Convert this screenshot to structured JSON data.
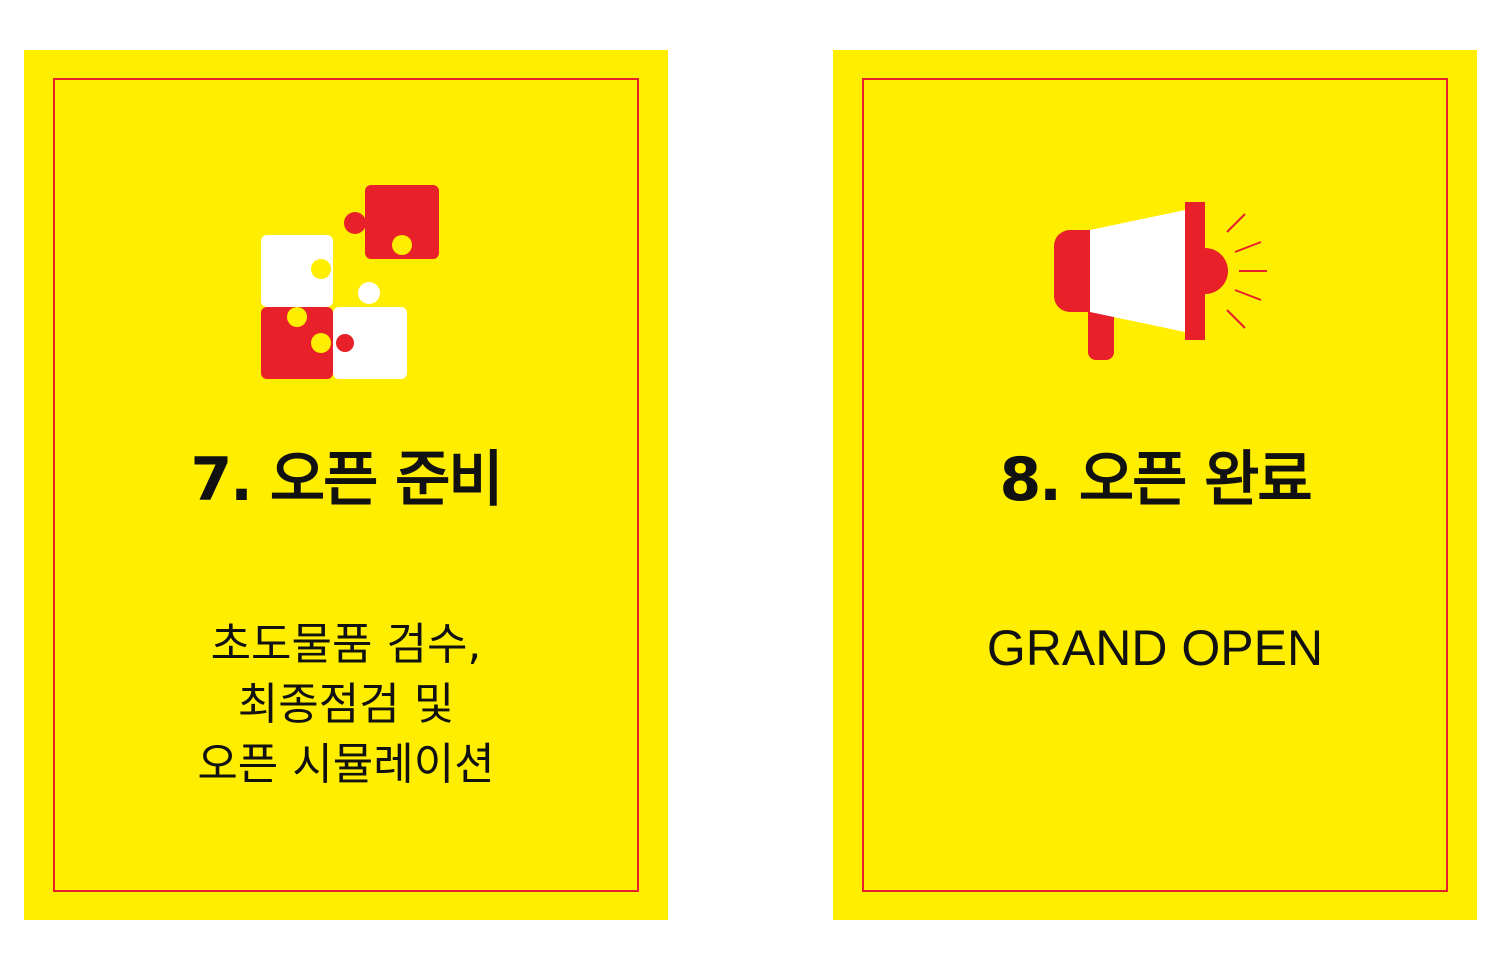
{
  "colors": {
    "card_background": "#ffee00",
    "frame_border": "#e8202a",
    "accent_red": "#e8202a",
    "icon_white": "#ffffff",
    "text": "#111111"
  },
  "cards": [
    {
      "icon": "puzzle-icon",
      "title": "7. 오픈 준비",
      "description_lines": [
        "초도물품 검수,",
        "최종점검 및",
        "오픈 시뮬레이션"
      ]
    },
    {
      "icon": "megaphone-icon",
      "title": "8. 오픈 완료",
      "description_lines": [
        "GRAND OPEN"
      ]
    }
  ]
}
